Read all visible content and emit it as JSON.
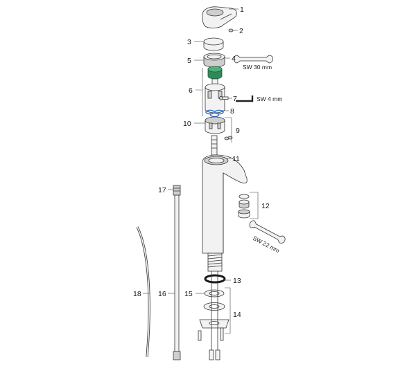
{
  "callouts": [
    {
      "id": "1",
      "label": "1"
    },
    {
      "id": "2",
      "label": "2"
    },
    {
      "id": "3",
      "label": "3"
    },
    {
      "id": "4",
      "label": "4"
    },
    {
      "id": "5",
      "label": "5"
    },
    {
      "id": "6",
      "label": "6"
    },
    {
      "id": "7",
      "label": "7"
    },
    {
      "id": "8",
      "label": "8"
    },
    {
      "id": "9",
      "label": "9"
    },
    {
      "id": "10",
      "label": "10"
    },
    {
      "id": "11",
      "label": "11"
    },
    {
      "id": "12",
      "label": "12"
    },
    {
      "id": "13",
      "label": "13"
    },
    {
      "id": "14",
      "label": "14"
    },
    {
      "id": "15",
      "label": "15"
    },
    {
      "id": "16",
      "label": "16"
    },
    {
      "id": "17",
      "label": "17"
    },
    {
      "id": "18",
      "label": "18"
    }
  ],
  "tools": {
    "wrench_30": "SW 30 mm",
    "hex_key_4": "SW 4 mm",
    "wrench_22": "SW 22 mm"
  },
  "colors": {
    "cartridge_cap": "#2e8b57",
    "o_rings": "#3a7bd5",
    "line": "#333333"
  }
}
